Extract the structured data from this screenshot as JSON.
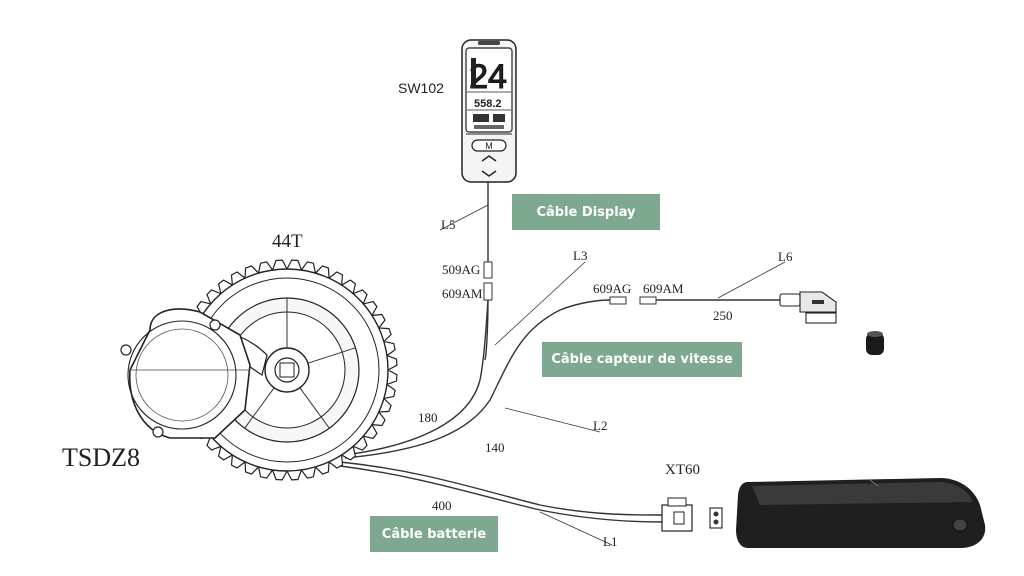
{
  "labels": {
    "sw102": "SW102",
    "display_speed": "24",
    "display_odo": "558.2",
    "l5": "L5",
    "c509ag": "509AG",
    "c609am_top": "609AM",
    "l3": "L3",
    "c609ag_mid": "609AG",
    "c609am_mid": "609AM",
    "l6": "L6",
    "len250": "250",
    "t44": "44T",
    "len180": "180",
    "len140": "140",
    "l2": "L2",
    "tsdz8": "TSDZ8",
    "xt60": "XT60",
    "len400": "400",
    "l1": "L1",
    "btn_m": "M"
  },
  "callouts": {
    "display": "Câble Display",
    "speed": "Câble capteur de vitesse",
    "battery": "Câble batterie"
  },
  "colors": {
    "callout_bg": "#7ea88f",
    "line": "#333333",
    "battery": "#1f1f1f"
  }
}
